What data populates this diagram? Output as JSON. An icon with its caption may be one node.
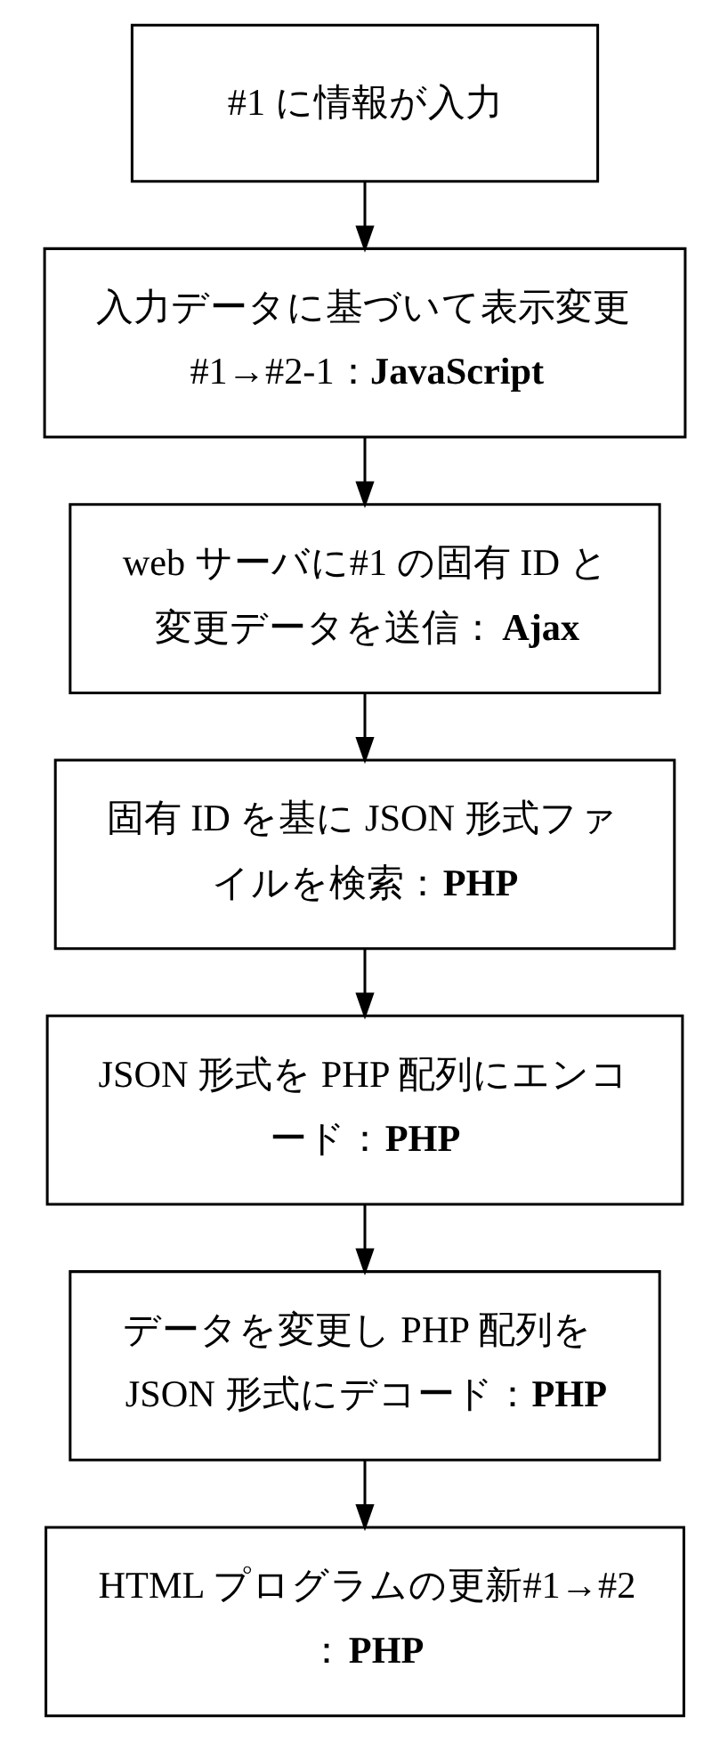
{
  "diagram": {
    "nodes": [
      {
        "text": [
          "#1 に情報が入力"
        ]
      },
      {
        "text": [
          "入力データに基づいて表示変更#1→#2-1：**JavaScript**"
        ]
      },
      {
        "text": [
          "web サーバに#1 の固有 ID と変更データを送信：**Ajax**"
        ]
      },
      {
        "text": [
          "固有 ID を基に JSON 形式ファイルを検索：**PHP**"
        ]
      },
      {
        "text": [
          "JSON 形式を PHP 配列にエンコード：**PHP**"
        ]
      },
      {
        "text": [
          "データを変更し PHP 配列を JSON 形式にデコード：**PHP**"
        ]
      },
      {
        "text": [
          "HTML プログラムの更新#1→#2：**PHP**"
        ]
      }
    ],
    "edges": [
      {
        "from": 0,
        "to": 1,
        "arrow": "to"
      },
      {
        "from": 1,
        "to": 2,
        "arrow": "to"
      },
      {
        "from": 2,
        "to": 3,
        "arrow": "to"
      },
      {
        "from": 3,
        "to": 4,
        "arrow": "to"
      },
      {
        "from": 4,
        "to": 5,
        "arrow": "to"
      },
      {
        "from": 5,
        "to": 6,
        "arrow": "to"
      }
    ]
  }
}
